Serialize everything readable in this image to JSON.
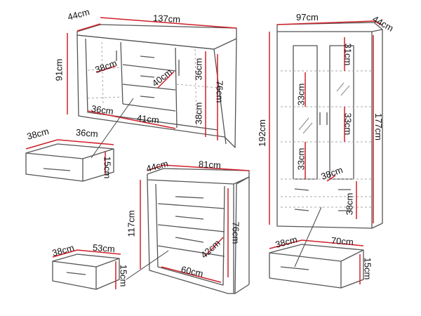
{
  "colors": {
    "dimension": "#d0202a",
    "outline": "#555555",
    "hidden": "#aaaaaa"
  },
  "sideboard": {
    "depth": "44cm",
    "width": "137cm",
    "height": "91cm",
    "shelf_depth": "38cm",
    "drawer_depth": "40cm",
    "upper_right": "36cm",
    "inner_height": "76cm",
    "left_width": "36cm",
    "center_width": "41cm",
    "lower_right": "38cm"
  },
  "sideboard_drawer": {
    "depth": "38cm",
    "width": "36cm",
    "height": "15cm"
  },
  "wardrobe": {
    "width": "97cm",
    "depth": "44cm",
    "height": "192cm",
    "top_shelf": "31cm",
    "left_mid": "33cm",
    "right_mid": "33cm",
    "left_low": "33cm",
    "inner_height": "177cm",
    "shelf_depth": "38cm",
    "drawer_height": "38cm"
  },
  "chest": {
    "depth": "44cm",
    "width": "81cm",
    "height": "117cm",
    "inner_height": "76cm",
    "drawer_depth": "42cm",
    "drawer_width": "60cm"
  },
  "chest_drawer": {
    "depth": "38cm",
    "width": "53cm",
    "height": "15cm"
  },
  "wardrobe_drawer": {
    "depth": "38cm",
    "width": "70cm",
    "height": "15cm"
  }
}
